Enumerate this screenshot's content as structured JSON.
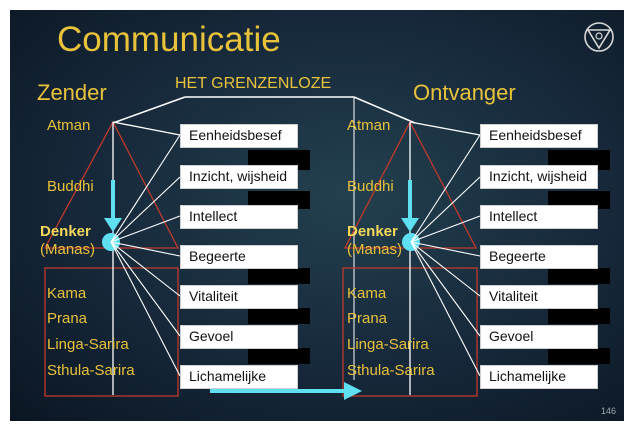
{
  "slide": {
    "title": "Communicatie",
    "sender_title": "Zender",
    "middle_title": "HET GRENZENLOZE",
    "receiver_title": "Ontvanger",
    "page_number": "146",
    "colors": {
      "accent": "#e8c23a",
      "arrow": "#5fe0f0",
      "frame": "#c0392b"
    }
  },
  "sender": {
    "labels": [
      "Atman",
      "Buddhi",
      "Denker",
      "(Manas)",
      "Kama",
      "Prana",
      "Linga-Sarira",
      "Sthula-Sarira"
    ],
    "boxes": [
      "Eenheidsbesef",
      "Inzicht, wijsheid",
      "Intellect",
      "Begeerte",
      "Vitaliteit",
      "Gevoel",
      "Lichamelijke"
    ]
  },
  "receiver": {
    "labels": [
      "Atman",
      "Buddhi",
      "Denker",
      "(Manas)",
      "Kama",
      "Prana",
      "Linga-Sarira",
      "Sthula-Sarira"
    ],
    "boxes": [
      "Eenheidsbesef",
      "Inzicht, wijsheid",
      "Intellect",
      "Begeerte",
      "Vitaliteit",
      "Gevoel",
      "Lichamelijke"
    ]
  },
  "icons": [
    "triangle-emblem-icon"
  ]
}
